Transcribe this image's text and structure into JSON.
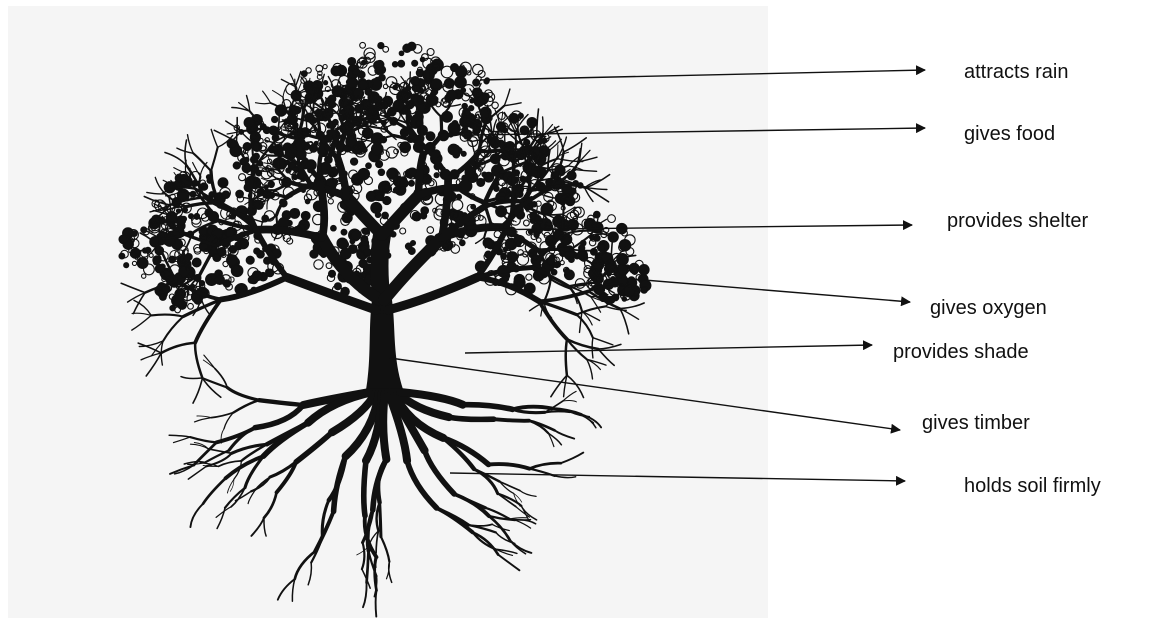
{
  "diagram": {
    "image_subject": "tree-with-roots-silhouette",
    "colors": {
      "panel": "#f5f5f5",
      "ink": "#111111",
      "page": "#ffffff"
    },
    "labels": [
      {
        "id": "attracts-rain",
        "text": "attracts rain"
      },
      {
        "id": "gives-food",
        "text": "gives food"
      },
      {
        "id": "provides-shelter",
        "text": "provides shelter"
      },
      {
        "id": "gives-oxygen",
        "text": "gives oxygen"
      },
      {
        "id": "provides-shade",
        "text": "provides shade"
      },
      {
        "id": "gives-timber",
        "text": "gives timber"
      },
      {
        "id": "holds-soil-firmly",
        "text": "holds soil firmly"
      }
    ]
  }
}
